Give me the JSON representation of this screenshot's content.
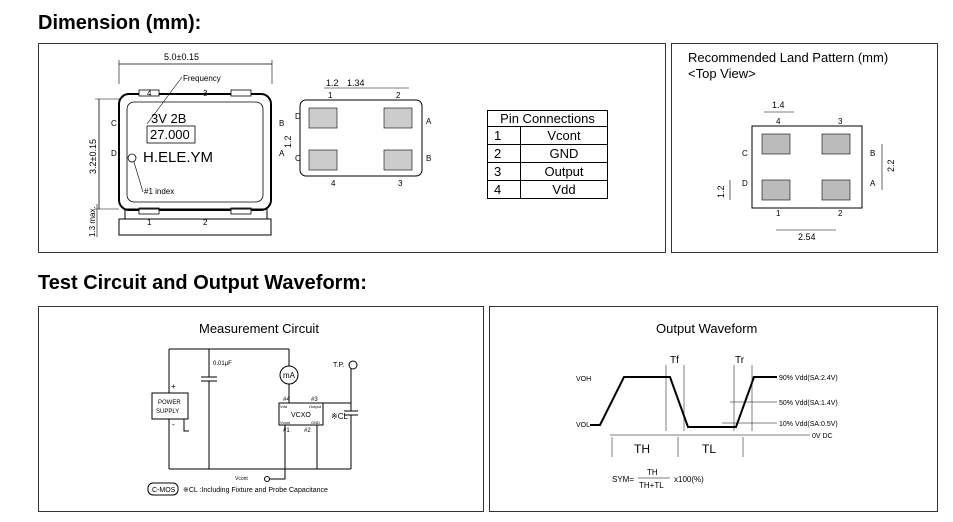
{
  "sections": {
    "dimension_title": "Dimension (mm):",
    "test_title": "Test Circuit and Output Waveform:"
  },
  "package": {
    "width_dim": "5.0±0.15",
    "height_dim": "3.2±0.15",
    "thickness_dim": "1.3 max.",
    "frequency_label": "Frequency",
    "marking_line1": "3V 2B",
    "marking_line2": "27.000",
    "marking_line3": "H.ELE.YM",
    "index_label": "#1 index",
    "pin_letters": [
      "A",
      "B",
      "C",
      "D"
    ],
    "pin_numbers": [
      "1",
      "2",
      "3",
      "4"
    ]
  },
  "bottom_view": {
    "dim_a": "1.2",
    "dim_b": "1.34",
    "dim_c": "1.2"
  },
  "pin_table": {
    "header": "Pin Connections",
    "rows": [
      {
        "pin": "1",
        "name": "Vcont"
      },
      {
        "pin": "2",
        "name": "GND"
      },
      {
        "pin": "3",
        "name": "Output"
      },
      {
        "pin": "4",
        "name": "Vdd"
      }
    ]
  },
  "land_pattern": {
    "title_line1": "Recommended Land Pattern (mm)",
    "title_line2": "<Top View>",
    "dim_top": "1.4",
    "dim_right": "2.2",
    "dim_left": "1.2",
    "dim_bottom": "2.54"
  },
  "circuit": {
    "title": "Measurement Circuit",
    "cap_value": "0.01μF",
    "meter_label": "mA",
    "power_line1": "POWER",
    "power_line2": "SUPPLY",
    "plus": "+",
    "minus": "-",
    "tp_label": "T.P.",
    "vcxo_label": "VCXO",
    "vdd_pin": "Vdd",
    "out_pin": "Output",
    "vcont_pin": "Vcont",
    "gnd_pin": "GND",
    "pin_nums": [
      "#4",
      "#3",
      "#1",
      "#2"
    ],
    "cl_label": "※CL",
    "vcont_label": "Vcont",
    "cmos_badge": "C-MOS",
    "note": "※CL :Including Fixture and Probe Capacitance"
  },
  "waveform": {
    "title": "Output Waveform",
    "voh": "VOH",
    "vol": "VOL",
    "tf": "Tf",
    "tr": "Tr",
    "th": "TH",
    "tl": "TL",
    "level_90": "90% Vdd(SA:2.4V)",
    "level_50": "50% Vdd(SA:1.4V)",
    "level_10": "10% Vdd(SA:0.5V)",
    "level_0": "0V DC",
    "sym_prefix": "SYM=",
    "sym_num": "TH",
    "sym_den": "TH+TL",
    "sym_suffix": "x100(%)"
  }
}
